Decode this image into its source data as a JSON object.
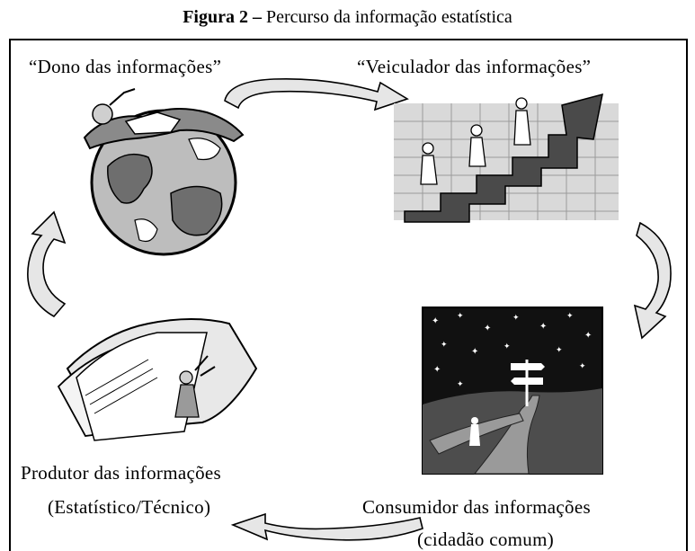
{
  "caption": {
    "prefix": "Figura 2 –",
    "text": " Percurso da informação estatística"
  },
  "nodes": {
    "owner": {
      "label": "“Dono das informações”"
    },
    "vehicle": {
      "label": "“Veiculador das informações”"
    },
    "producer": {
      "label": "Produtor das informações",
      "sublabel": "(Estatístico/Técnico)"
    },
    "consumer": {
      "label": "Consumidor das informações",
      "sublabel": "(cidadão comum)"
    }
  },
  "icons": {
    "owner": "globe-man-icon",
    "vehicle": "people-climbing-arrow-icon",
    "producer": "folder-papers-man-icon",
    "consumer": "night-road-signpost-icon",
    "arrows": "curved-arrow-icon"
  }
}
